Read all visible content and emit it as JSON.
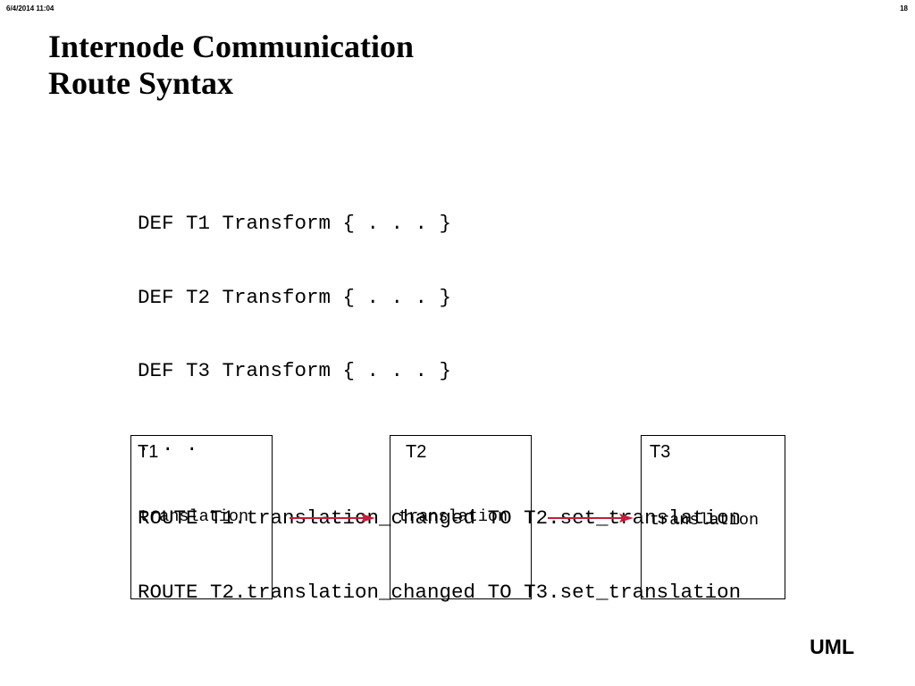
{
  "header": {
    "date_time": "6/4/2014  11:04",
    "page_number": "18"
  },
  "title": {
    "line1": "Internode Communication",
    "line2": "Route Syntax"
  },
  "code_lines": [
    "DEF T1 Transform { . . . }",
    "DEF T2 Transform { . . . }",
    "DEF T3 Transform { . . . }",
    ". . .",
    "ROUTE T1.translation_changed TO T2.set_translation",
    "ROUTE T2.translation_changed TO T3.set_translation"
  ],
  "diagram": {
    "nodes": [
      {
        "name": "T1",
        "field": "translation"
      },
      {
        "name": "T2",
        "field": "translation"
      },
      {
        "name": "T3",
        "field": "translation"
      }
    ],
    "arrow_color": "#c41e3a"
  },
  "footer": {
    "label": "UML"
  }
}
